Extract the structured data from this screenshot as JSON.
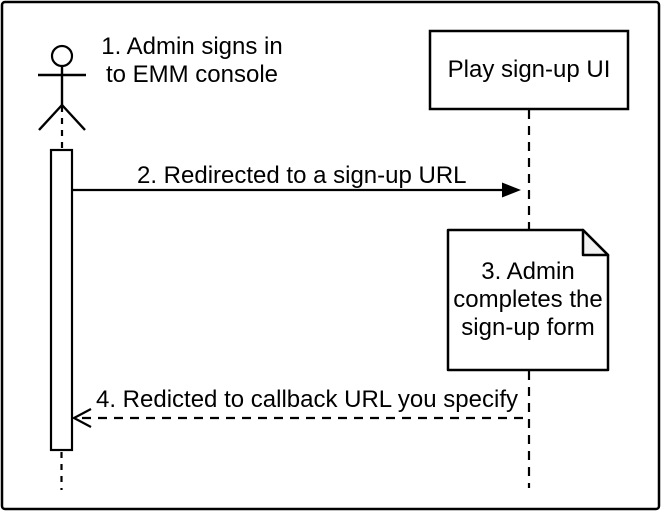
{
  "diagram_type": "uml-sequence-diagram",
  "colors": {
    "stroke": "#000000",
    "background": "#ffffff",
    "note_fill": "#ffffff",
    "note_fold": "#f2f2f2",
    "text": "#000000"
  },
  "actor": {
    "label": {
      "line1": "1. Admin signs in",
      "line2": "to EMM console"
    }
  },
  "participant": {
    "label": "Play sign-up UI"
  },
  "messages": {
    "step2": {
      "label": "2. Redirected to a sign-up URL",
      "style": "solid",
      "direction": "left-to-right"
    },
    "step4": {
      "label": "4. Redicted to callback URL you specify",
      "style": "dashed",
      "direction": "right-to-left"
    }
  },
  "note": {
    "line1": "3. Admin",
    "line2": "completes the",
    "line3": "sign-up form"
  }
}
